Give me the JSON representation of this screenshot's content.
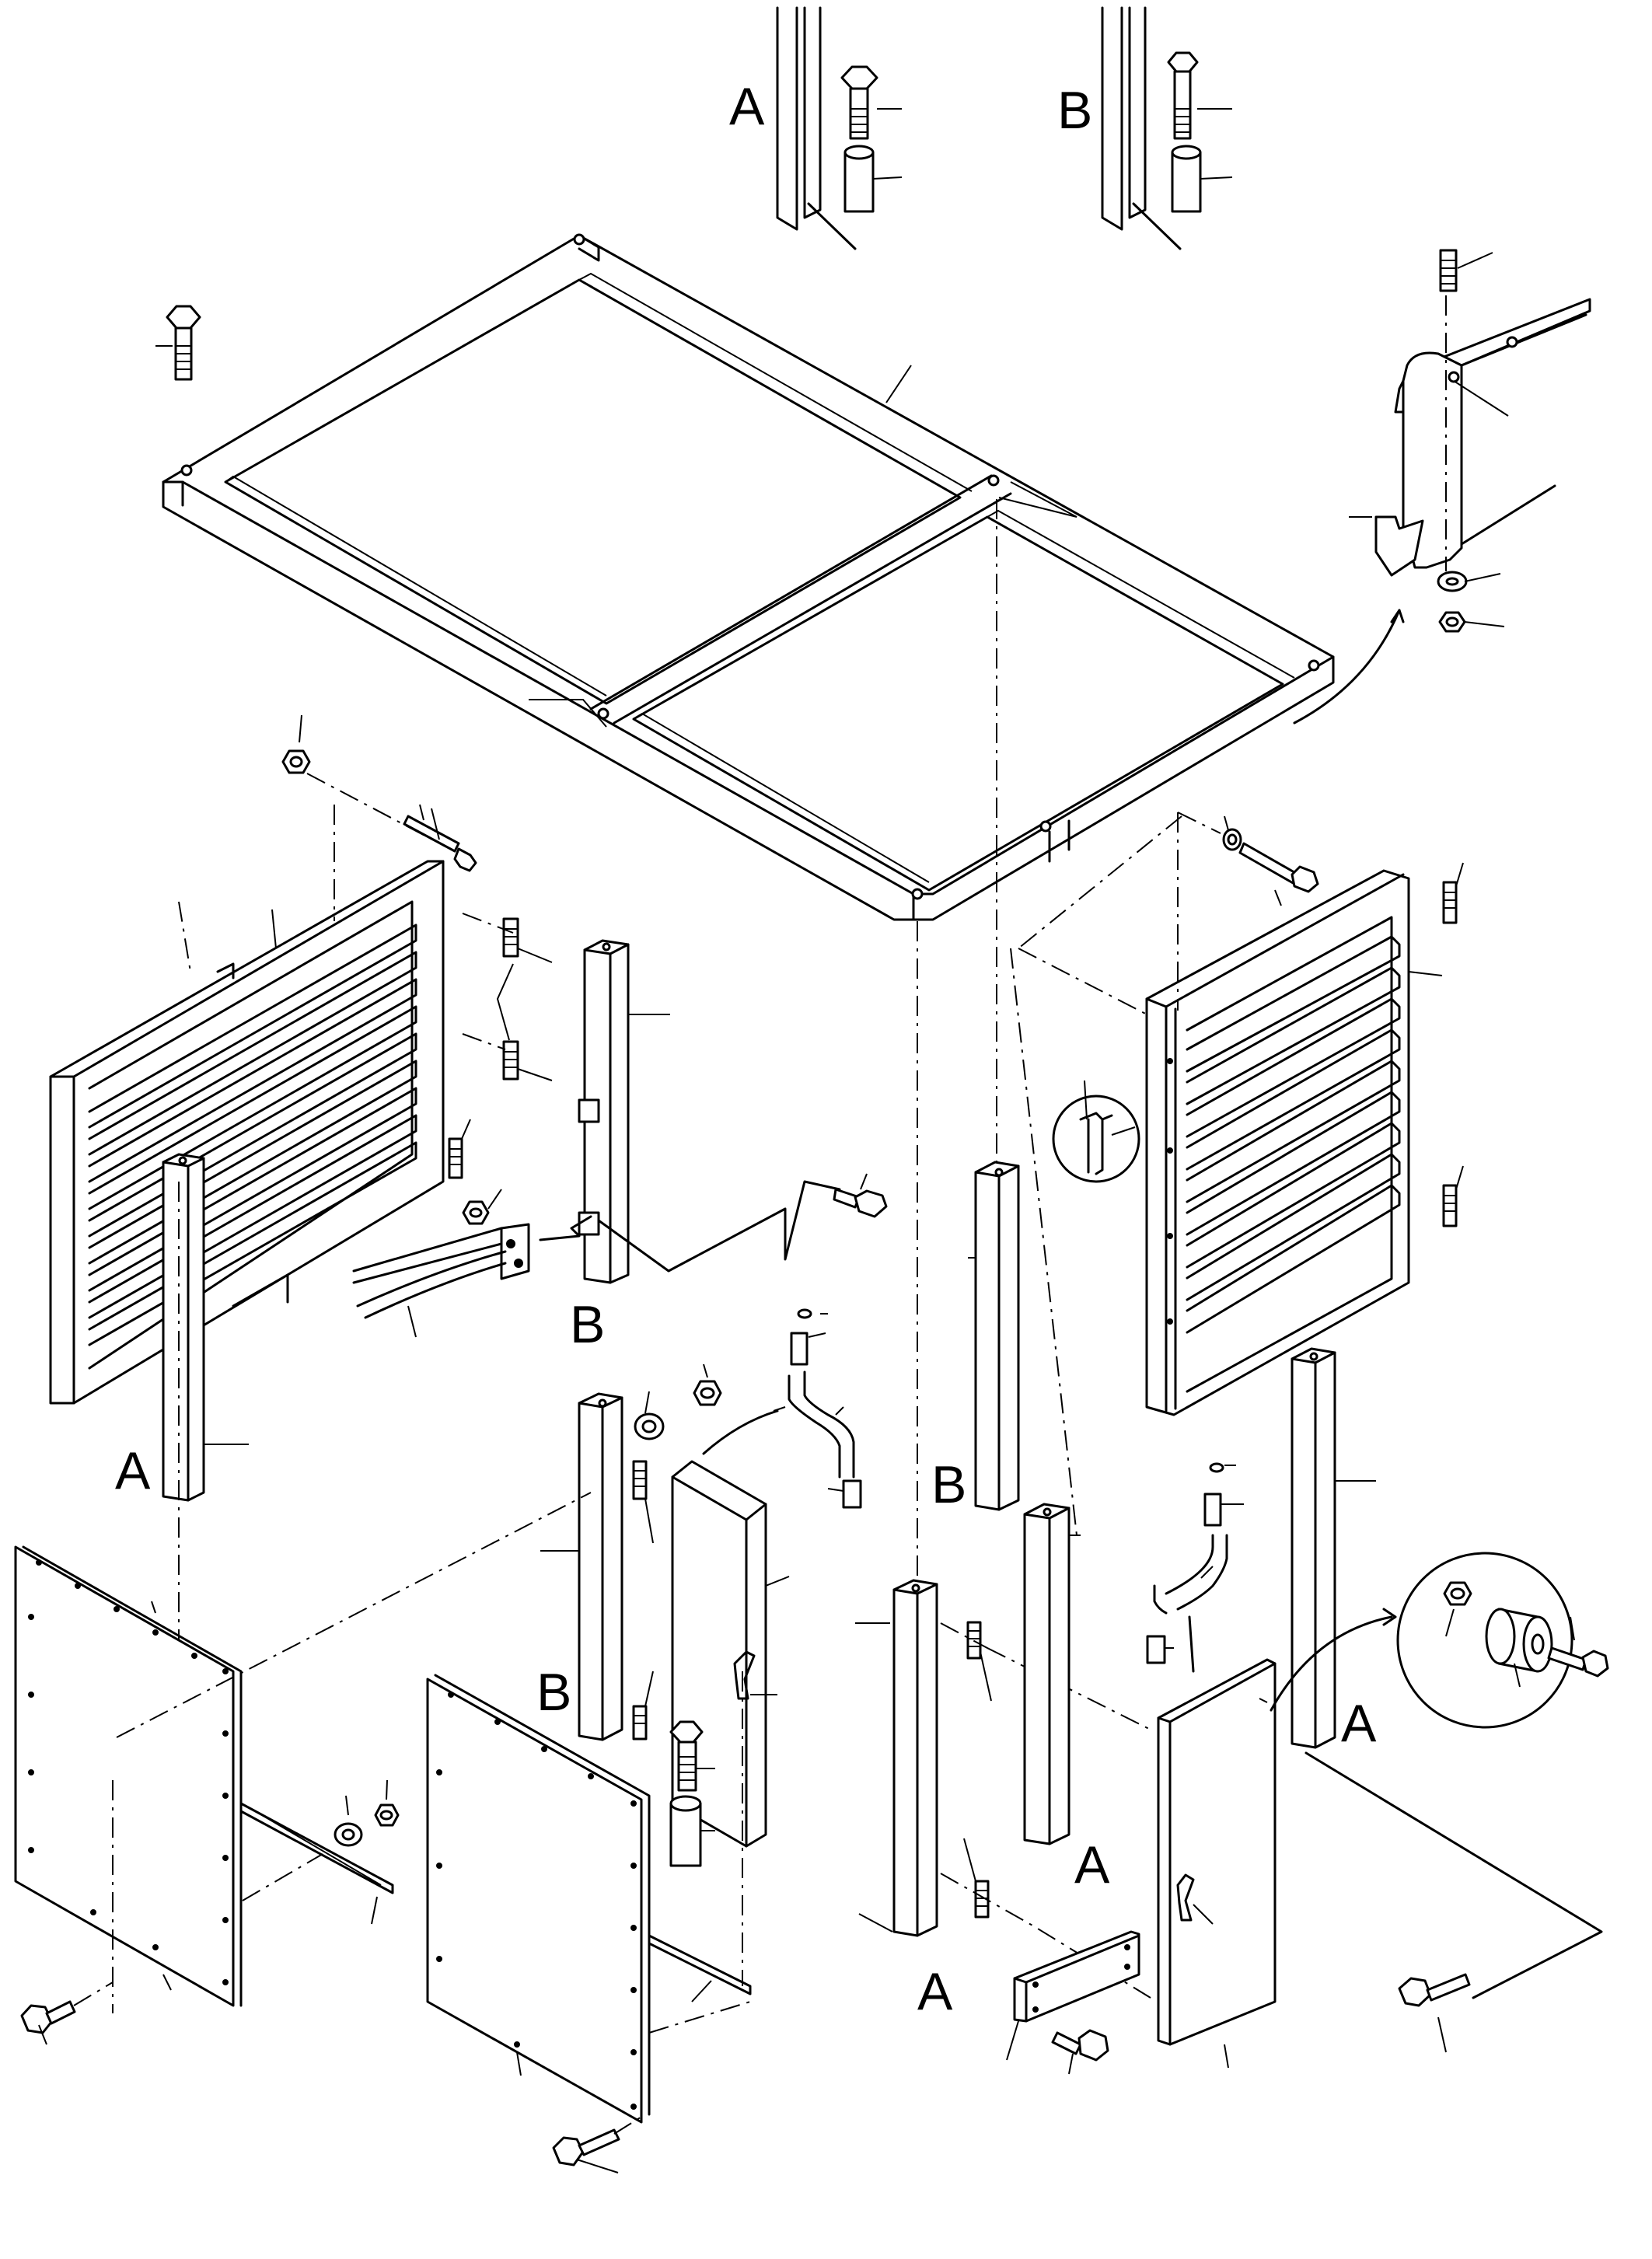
{
  "labels": {
    "detail_a": "A",
    "detail_b": "B",
    "left_panel_post_a": "A",
    "hinge_post_b": "B",
    "center_post_b": "B",
    "door_post_b": "B",
    "right_post_a": "A",
    "front_post_a1": "A",
    "front_post_a2": "A"
  }
}
